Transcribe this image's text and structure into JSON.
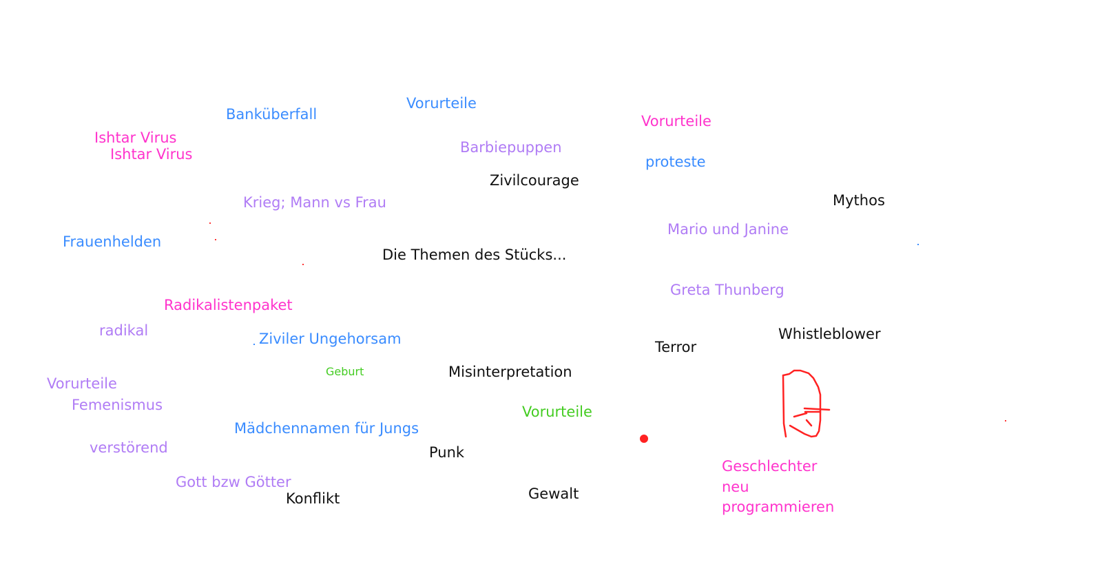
{
  "colors": {
    "blue": "#3a8cff",
    "pink": "#ff33cc",
    "purple": "#b07cf5",
    "green": "#44cc22",
    "black": "#111111",
    "ink_red": "#ff2222"
  },
  "words": [
    "Vorurteile",
    "Banküberfall",
    "Vorurteile",
    "Ishtar Virus",
    "Ishtar Virus",
    "Barbiepuppen",
    "proteste",
    "Zivilcourage",
    "Mythos",
    "Krieg; Mann vs Frau",
    "Mario und Janine",
    "Frauenhelden",
    "Die Themen des Stücks...",
    "Greta Thunberg",
    "Radikalistenpaket",
    "radikal",
    "Whistleblower",
    "Ziviler Ungehorsam",
    "Terror",
    "Geburt",
    "Misinterpretation",
    "Vorurteile",
    "Femenismus",
    "Vorurteile",
    "Mädchennamen für Jungs",
    "Punk",
    "verstörend",
    "Gott bzw Götter",
    "Konflikt",
    "Gewalt",
    "Geschlechter",
    "neu",
    "programmieren"
  ]
}
